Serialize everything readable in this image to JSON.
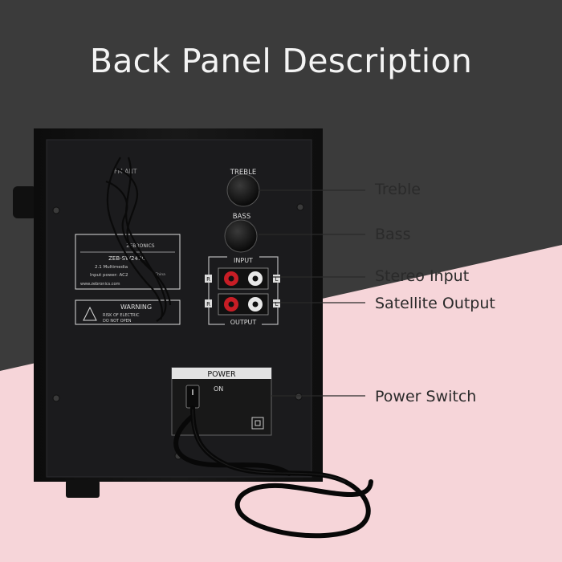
{
  "page": {
    "title": "Back Panel Description"
  },
  "callouts": [
    {
      "label": "Treble"
    },
    {
      "label": "Bass"
    },
    {
      "label": "Stereo Input"
    },
    {
      "label": "Satellite Output"
    },
    {
      "label": "Power Switch"
    }
  ],
  "panel": {
    "treble_label": "TREBLE",
    "bass_label": "BASS",
    "input_label": "INPUT",
    "output_label": "OUTPUT",
    "power_label": "POWER",
    "on_label": "ON",
    "antenna_label": "FM ANT",
    "channel_r": "R",
    "channel_l": "L",
    "rating_plate": {
      "brand": "ZEBRONICS",
      "model": "ZEB-SW2490",
      "product": "2.1 Multimedia",
      "power": "Input power: AC2",
      "origin": "China",
      "website": "www.zebronics.com"
    },
    "warning": {
      "heading": "WARNING",
      "line1": "RISK OF ELECTRIC",
      "line2": "DO NOT OPEN"
    }
  },
  "colors": {
    "top_background": "#3b3b3b",
    "bottom_background": "#f6d5d9",
    "cabinet": "#141414",
    "panel_face": "#1d1d1f",
    "leader_line": "#2a2a2a",
    "rca_red": "#c81d25",
    "rca_white": "#e8e8e8"
  }
}
